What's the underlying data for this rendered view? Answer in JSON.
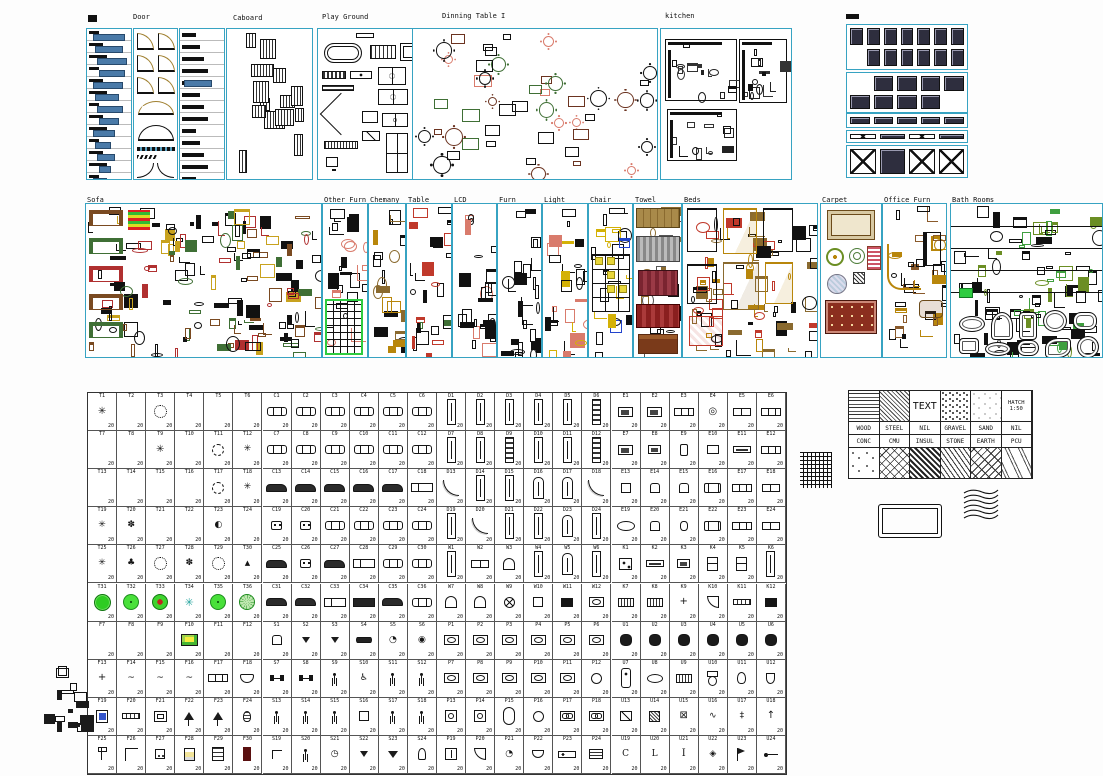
{
  "page": {
    "kind": "cad-block-library-screenshot"
  },
  "top_sections": {
    "door": "Door",
    "caboard": "Caboard",
    "playground": "Play Ground",
    "dinning": "Dinning Table I",
    "kitchen": "kitchen"
  },
  "middle_sections": [
    {
      "id": "sofa",
      "label": "Sofa"
    },
    {
      "id": "other_furn",
      "label": "Other Furn"
    },
    {
      "id": "chemany",
      "label": "Chemany"
    },
    {
      "id": "table",
      "label": "Table"
    },
    {
      "id": "lcd",
      "label": "LCD"
    },
    {
      "id": "furn",
      "label": "Furn"
    },
    {
      "id": "light",
      "label": "Light"
    },
    {
      "id": "chair",
      "label": "Chair"
    },
    {
      "id": "towel",
      "label": "Towel"
    },
    {
      "id": "beds",
      "label": "Beds"
    },
    {
      "id": "carpet",
      "label": "Carpet"
    },
    {
      "id": "office_furn",
      "label": "Office Furn"
    },
    {
      "id": "bath_rooms",
      "label": "Bath Rooms"
    }
  ],
  "hatch_table": {
    "text_cell": "TEXT",
    "hatch_cell": "HATCH 1:50",
    "row1_patterns": [
      "wood",
      "steel",
      "TEXT",
      "gravel",
      "sand",
      "HATCH"
    ],
    "labels_row1": [
      "WOOD",
      "STEEL",
      "NIL",
      "GRAVEL",
      "SAND",
      "NIL"
    ],
    "labels_row2": [
      "CONC",
      "CMU",
      "INSUL",
      "STONE",
      "EARTH",
      "PCU"
    ],
    "row4_patterns": [
      "conc",
      "cmu",
      "insul",
      "stone",
      "earth",
      "pcu"
    ]
  },
  "grid": {
    "scale": "20",
    "rows": [
      [
        "T1|burst",
        "T2|",
        "T3|blob",
        "T4|",
        "T5|",
        "T6|",
        "C1|car",
        "C2|car",
        "C3|car",
        "C4|car",
        "C5|car",
        "C6|car",
        "D1|door",
        "D2|door",
        "D3|door",
        "D4|door",
        "D5|door",
        "D6|doorx",
        "E1|tv",
        "E2|tv",
        "E3|win3",
        "E4|spk",
        "E5|win2",
        "E6|win3"
      ],
      [
        "T7|",
        "T8|",
        "T9|burst",
        "T10|",
        "T11|dcirc",
        "T12|bursts",
        "C7|car",
        "C8|car",
        "C9|car",
        "C10|car",
        "C11|car",
        "C12|car",
        "D7|door",
        "D8|door",
        "D9|doorx",
        "D10|door",
        "D11|door",
        "D12|doorx",
        "E7|tv",
        "E8|mon",
        "E9|phone",
        "E10|rect",
        "E11|panel",
        "E12|win3"
      ],
      [
        "T13|",
        "T14|",
        "T15|",
        "T16|",
        "T17|dcirc",
        "T18|bursts",
        "C13|cars",
        "C14|cars",
        "C15|cars",
        "C16|cars",
        "C17|cars",
        "C18|truck",
        "D13|doorsw",
        "D14|door",
        "D15|door",
        "D16|doorarc",
        "D17|doorarc",
        "D18|doorsw",
        "E13|box",
        "E14|chairf",
        "E15|chairf",
        "E16|sofaf",
        "E17|win3",
        "E18|win2"
      ],
      [
        "T19|bursts",
        "T20|flower",
        "T21|",
        "T22|",
        "T23|moon",
        "T24|",
        "C19|carf",
        "C20|carf",
        "C21|car",
        "C22|car",
        "C23|car",
        "C24|car",
        "D19|door",
        "D20|doorsw",
        "D21|door",
        "D22|door",
        "D23|doorarc",
        "D24|door",
        "E19|oval",
        "E20|chairf",
        "E21|stool",
        "E22|sofaf",
        "E23|win3",
        "E24|win2"
      ],
      [
        "T25|bursts",
        "T26|clover",
        "T27|blob",
        "T28|flower",
        "T29|blob",
        "T30|tri",
        "C25|cars",
        "C26|carf",
        "C27|cars",
        "C28|truck",
        "C29|car",
        "C30|car",
        "W1|door",
        "W2|win2",
        "W3|arch",
        "W4|door",
        "W5|doorarc",
        "W6|door",
        "K1|stove",
        "K2|panel",
        "K3|mon",
        "K4|fridge",
        "K5|fridge",
        "K6|door"
      ],
      [
        "T31|gtree1",
        "T32|gtree2",
        "T33|rtree",
        "T34|ttree",
        "T35|gtree2",
        "T36|gtree3",
        "C31|cars",
        "C32|cars",
        "C33|truck",
        "C34|bus",
        "C35|cars",
        "C36|car",
        "W7|arch",
        "W8|arch",
        "W9|fan",
        "W10|box",
        "W11|dark",
        "W12|sinkb",
        "K7|grill",
        "K8|grill",
        "K9|cross",
        "K10|quarter",
        "K11|bench",
        "K12|dark"
      ],
      [
        "F7|",
        "F8|",
        "F9|",
        "F10|pic",
        "F11|",
        "F12|",
        "S1|chairf",
        "S2|boat",
        "S3|boat",
        "S4|sub",
        "S5|pie",
        "S6|donut",
        "P1|sinkb",
        "P2|sinkb",
        "P3|sinkb",
        "P4|sinkb",
        "P5|sinkb",
        "P6|sinkb",
        "U1|tdark",
        "U2|tdark",
        "U3|tdark",
        "U4|tdark",
        "U5|tdark",
        "U6|tdark"
      ],
      [
        "F13|cross",
        "F14|swish",
        "F15|swish",
        "F16|swish",
        "F17|win3",
        "F18|dtable",
        "S7|dumb",
        "S8|dumb",
        "S9|pers",
        "S10|wheel",
        "S11|pers",
        "S12|pers",
        "P7|sinkb",
        "P8|sinkb",
        "P9|sinkb",
        "P10|sinkb",
        "P11|sinkb",
        "P12|ring",
        "U7|tub",
        "U8|ovalb",
        "U9|grill",
        "U10|toilet",
        "U11|bidet",
        "U12|urinal"
      ],
      [
        "F19|copier",
        "F20|bench",
        "F21|frame",
        "F22|lamp",
        "F23|lamp",
        "F24|vase",
        "S13|pers",
        "S14|pers",
        "S15|pers",
        "S16|box",
        "S17|pers",
        "S18|pers",
        "P13|shq",
        "P14|shq",
        "P15|tubr",
        "P16|ring",
        "P17|sinkd",
        "P18|sinkd",
        "U13|artb",
        "U14|vent",
        "U15|xbox",
        "U16|res",
        "U17|secl",
        "U18|arrow"
      ],
      [
        "F25|flamp",
        "F26|alamp",
        "F27|phone2",
        "F28|compy",
        "F29|shelf",
        "F30|doord",
        "S19|hook",
        "S20|pers",
        "S21|clock",
        "S22|boat",
        "S23|trib",
        "S24|sinkp",
        "P19|showr",
        "P20|quarter",
        "P21|pie",
        "P22|basin",
        "P23|tubs",
        "P24|steps",
        "U19|chanC",
        "U20|chanL",
        "U21|ibeam",
        "U22|diam",
        "U23|flag",
        "U24|pinr"
      ]
    ]
  },
  "colors": {
    "section_border": "#37a3c2",
    "swatch_blue": "#4a7aa8",
    "tree_green": "#2ecc22",
    "accent_salmon": "#d97b6c",
    "accent_red": "#b03030",
    "accent_tan": "#a98a4a",
    "accent_yellow": "#e8d63a",
    "highlight_green": "#2ecc40"
  }
}
